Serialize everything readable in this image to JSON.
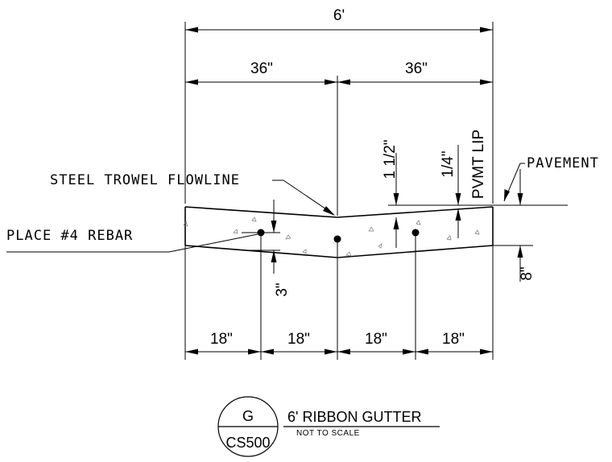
{
  "dimensions": {
    "overall_width": "6'",
    "left_half": "36\"",
    "right_half": "36\"",
    "bottom_spacing": [
      "18\"",
      "18\"",
      "18\"",
      "18\""
    ],
    "slope_drop": "1 1/2\"",
    "pvmt_lip_height": "1/4\"",
    "thickness": "8\"",
    "rebar_cover": "3\""
  },
  "labels": {
    "flowline": "STEEL TROWEL FLOWLINE",
    "rebar": "PLACE #4 REBAR",
    "pavement": "PAVEMENT",
    "pvmt_lip": "PVMT LIP"
  },
  "title_block": {
    "detail_letter": "G",
    "sheet": "CS500",
    "title": "6' RIBBON GUTTER",
    "scale_note": "NOT TO SCALE"
  }
}
